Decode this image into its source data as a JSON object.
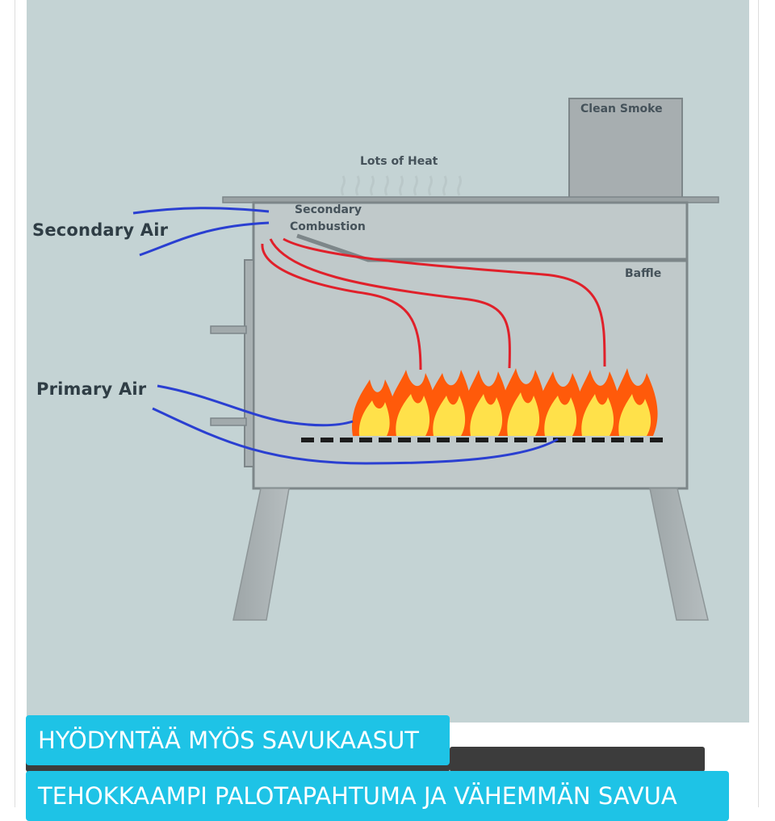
{
  "diagram": {
    "labels": {
      "clean_smoke": "Clean Smoke",
      "lots_of_heat": "Lots of Heat",
      "secondary_air": "Secondary Air",
      "secondary_combustion_line1": "Secondary",
      "secondary_combustion_line2": "Combustion",
      "baffle": "Baffle",
      "primary_air": "Primary Air"
    },
    "colors": {
      "background": "#c4d3d4",
      "stove_body": "#b3bcbe",
      "stove_outline": "#7d8689",
      "secondary_air_flow": "#2a3fd1",
      "primary_air_flow": "#2a3fd1",
      "combustion_gas_flow": "#e0202a",
      "flame_outer": "#ff5a0a",
      "flame_inner": "#ffe14a"
    }
  },
  "captions": {
    "line1": "HYÖDYNTÄÄ MYÖS SAVUKAASUT",
    "line2": "TEHOKKAAMPI PALOTAPAHTUMA JA VÄHEMMÄN SAVUA"
  }
}
